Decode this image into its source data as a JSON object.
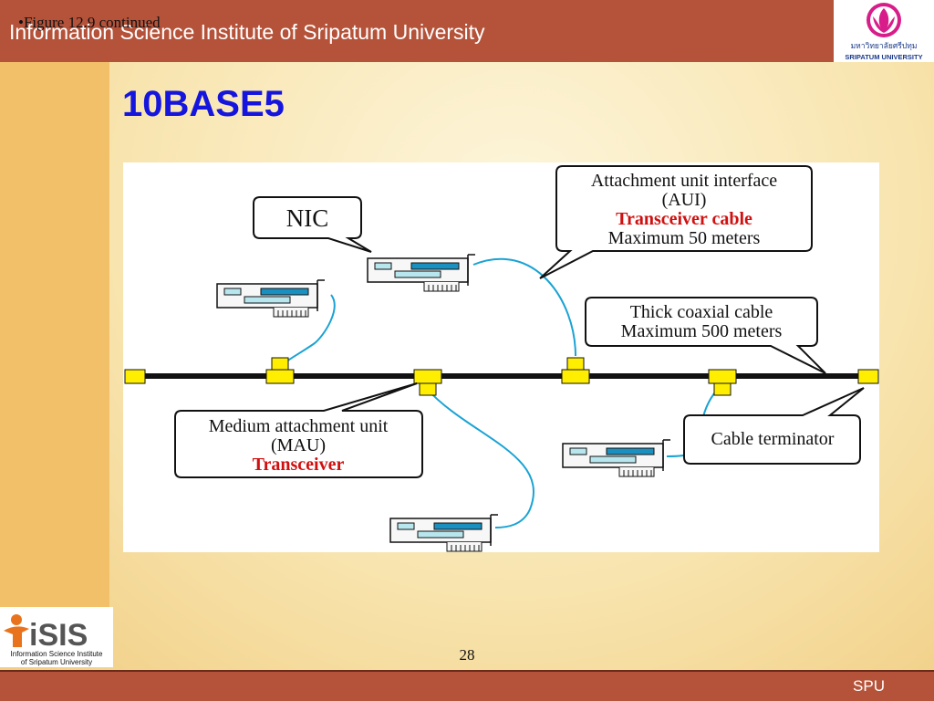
{
  "header": {
    "title": "Information Science Institute of Sripatum University",
    "figure_caption": "•Figure 12.9 continued",
    "logo_text_thai": "มหาวิทยาลัยศรีปทุม",
    "logo_text_en": "SRIPATUM UNIVERSITY"
  },
  "slide": {
    "title": "10BASE5",
    "page_number": "28"
  },
  "diagram": {
    "callouts": {
      "nic": "NIC",
      "aui": [
        "Attachment unit interface",
        "(AUI)",
        "Transceiver cable",
        "Maximum 50 meters"
      ],
      "coax": [
        "Thick coaxial cable",
        "Maximum 500 meters"
      ],
      "mau": [
        "Medium attachment unit",
        "(MAU)",
        "Transceiver"
      ],
      "terminator": "Cable terminator"
    }
  },
  "footer": {
    "tag": "SPU",
    "isis_logo": "iSIS",
    "isis_line1": "Information Science Institute",
    "isis_line2": "of Sripatum University"
  },
  "colors": {
    "header_bar": "#b5533a",
    "title_blue": "#1515dd",
    "highlight_red": "#d01010",
    "cable_cyan": "#1aa3d4",
    "connector_yellow": "#ffee00"
  }
}
